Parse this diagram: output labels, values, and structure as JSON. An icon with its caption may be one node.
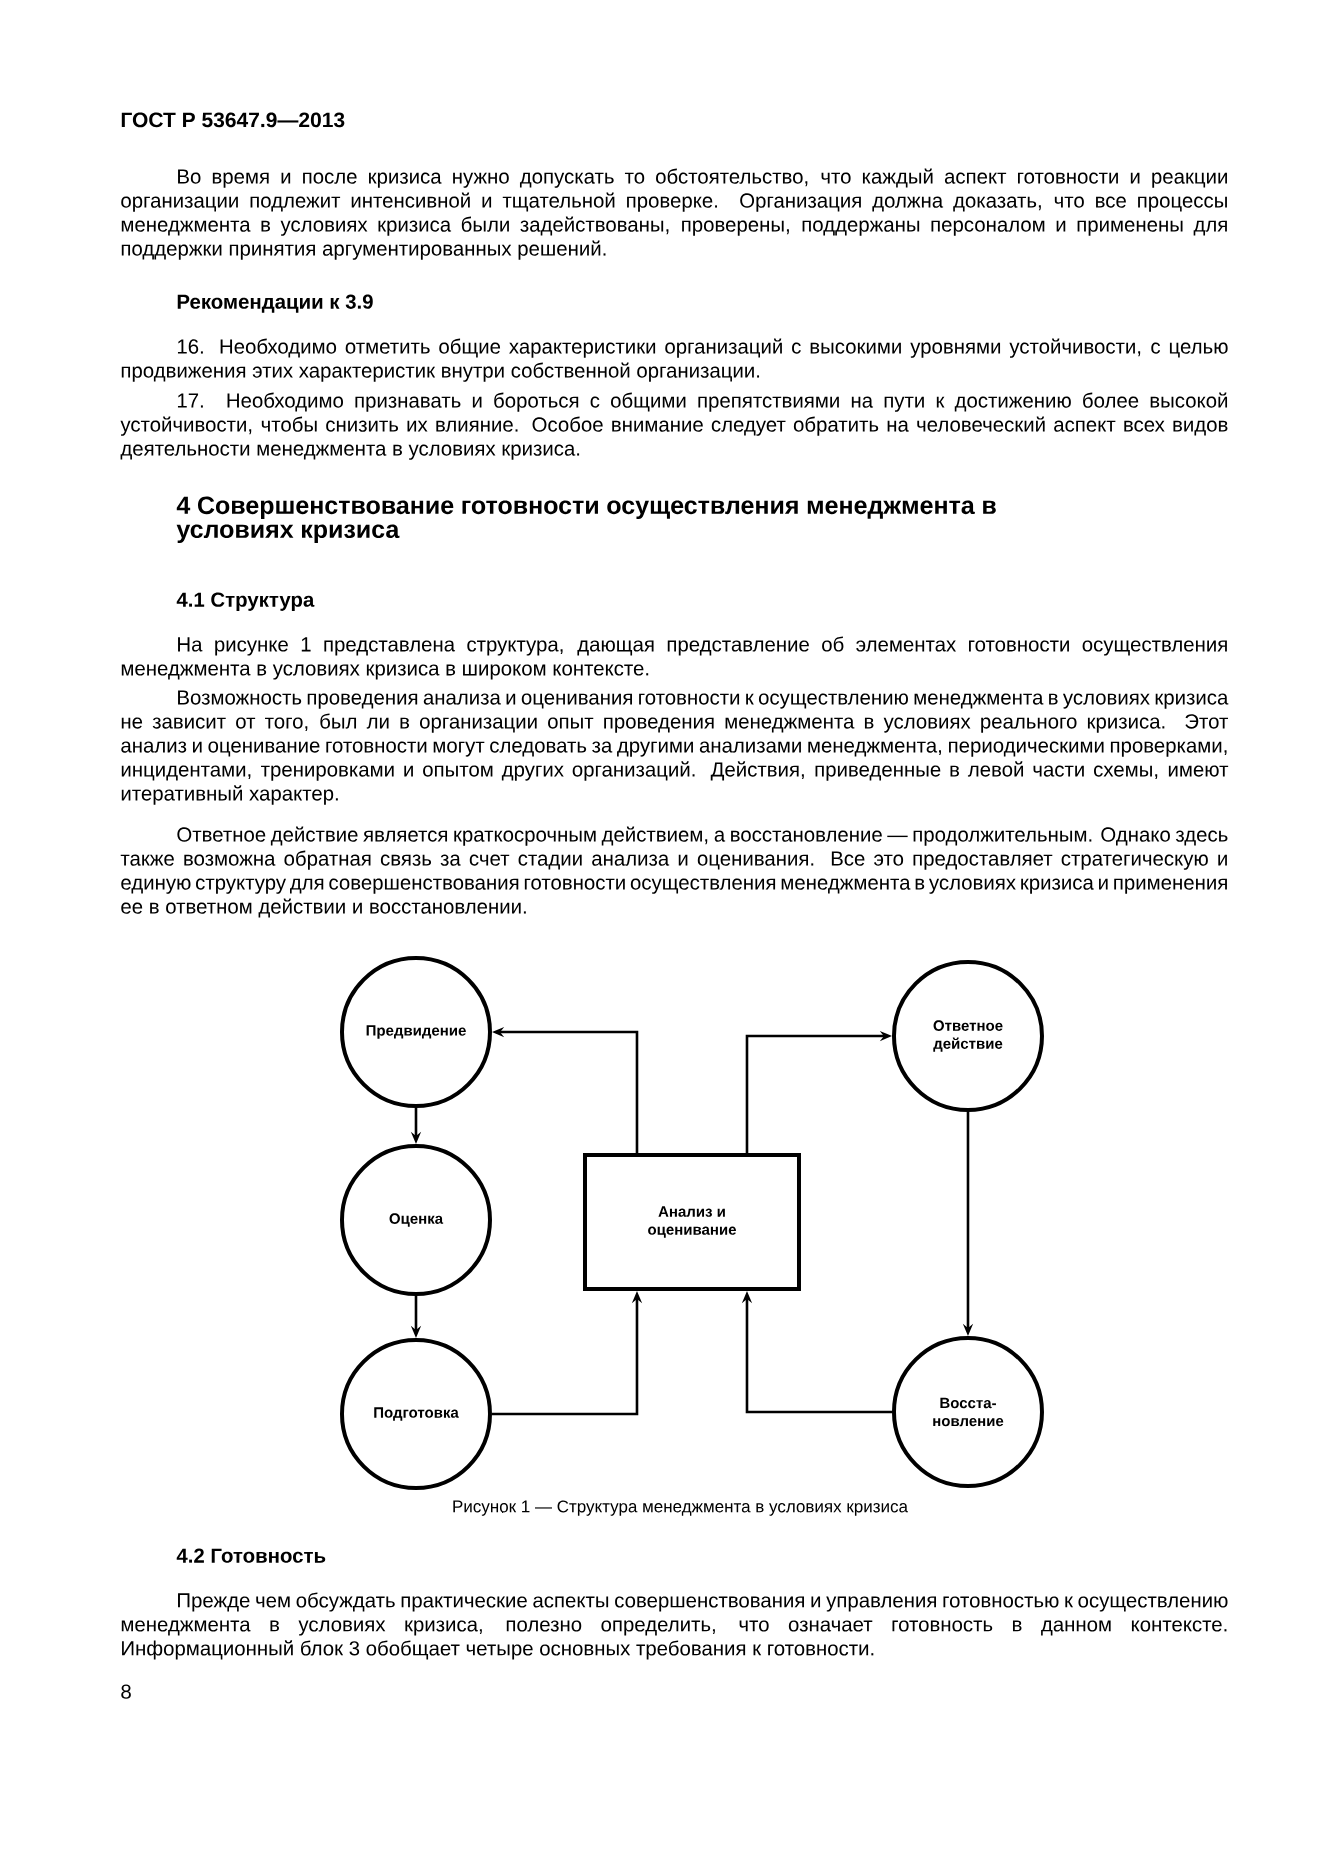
{
  "diagram": {
    "caption": "Рисунок 1 — Структура менеджмента в условиях кризиса",
    "nodes": [
      {
        "text": [
          "Предвидение"
        ]
      },
      {
        "text": [
          "Оценка"
        ]
      },
      {
        "text": [
          "Подготовка"
        ]
      },
      {
        "text": [
          "Анализ и оценивание"
        ]
      },
      {
        "text": [
          "Ответное действие"
        ]
      },
      {
        "text": [
          "Восста- новление"
        ]
      }
    ],
    "edges": [
      {
        "from": 0,
        "to": 1,
        "arrow": "to"
      },
      {
        "from": 1,
        "to": 2,
        "arrow": "to"
      },
      {
        "from": 2,
        "to": 3,
        "arrow": "to"
      },
      {
        "from": 3,
        "to": 0,
        "arrow": "to"
      },
      {
        "from": 3,
        "to": 4,
        "arrow": "to"
      },
      {
        "from": 4,
        "to": 5,
        "arrow": "to"
      },
      {
        "from": 5,
        "to": 3,
        "arrow": "to"
      }
    ],
    "labels": [
      "ГОСТ Р 53647.9—2013",
      "Во время и после кризиса нужно допускать то обстоятельство, что каждый аспект готовности и реакции организации подлежит интенсивной и тщательной проверке. Организация должна доказать, что все процессы менеджмента в условиях кризиса были задействованы, проверены, поддержаны персоналом и применены для поддержки принятия аргументированных решений.",
      "Рекомендации к 3.9",
      "16. Необходимо отметить общие характеристики организаций с высокими уровнями устойчивости, с целью продвижения этих характеристик внутри собственной организации.",
      "17. Необходимо признавать и бороться с общими препятствиями на пути к достижению более высокой устойчивости, чтобы снизить их влияние. Особое внимание следует обратить на человеческий аспект всех видов деятельности менеджмента в условиях кризиса.",
      "4 Совершенствование готовности осуществления менеджмента в условиях кризиса",
      "4.1 Структура",
      "На рисунке 1 представлена структура, дающая представление об элементах готовности осуществления менеджмента в условиях кризиса в широком контексте.",
      "Возможность проведения анализа и оценивания готовности к осуществлению менеджмента в условиях кризиса не зависит от того, был ли в организации опыт проведения менеджмента в условиях реального кризиса. Этот анализ и оценивание готовности могут следовать за другими анализами менеджмента, периодическими проверками, инцидентами, тренировками и опытом других организаций. Действия, приведенные в левой части схемы, имеют итеративный характер.",
      "Ответное действие является краткосрочным действием, а восстановление — продолжительным. Однако здесь также возможна обратная связь за счет стадии анализа и оценивания. Все это предоставляет стратегическую и единую структуру для совершенствования готовности осуществления менеджмента в условиях кризиса и применения ее в ответном действии и восстановлении.",
      "4.2 Готовность",
      "Прежде чем обсуждать практические аспекты совершенствования и управления готовностью к осуществлению менеджмента в условиях кризиса, полезно определить, что означает готовность в данном контексте. Информационный блок 3 обобщает четыре основных требования к готовности.",
      "8"
    ]
  }
}
